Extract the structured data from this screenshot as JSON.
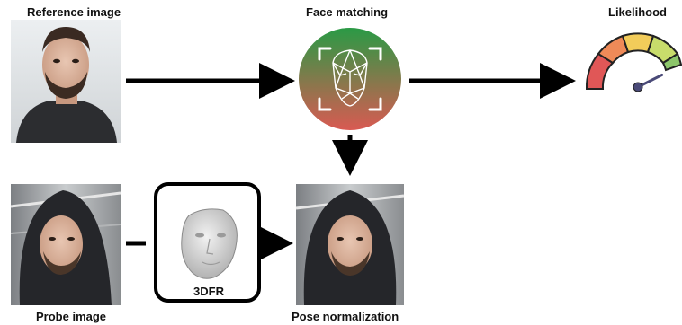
{
  "labels": {
    "reference_image": "Reference image",
    "face_matching": "Face matching",
    "likelihood": "Likelihood",
    "probe_image": "Probe image",
    "pose_normalization": "Pose normalization",
    "model_box": "3DFR"
  },
  "colors": {
    "arrow": "#000000",
    "match_circle_top": "#2a9a45",
    "match_circle_bottom": "#d95a52",
    "gauge_red": "#e05757",
    "gauge_orange": "#ef8a58",
    "gauge_yellow": "#f2cc5a",
    "gauge_lightgreen": "#c8dc6b",
    "gauge_green": "#8cc66a",
    "needle": "#4a4a78"
  },
  "icons": {
    "match": "face-scan-icon",
    "gauge": "gauge-icon",
    "model": "3d-face-model-icon"
  },
  "likelihood_level": 0.85
}
